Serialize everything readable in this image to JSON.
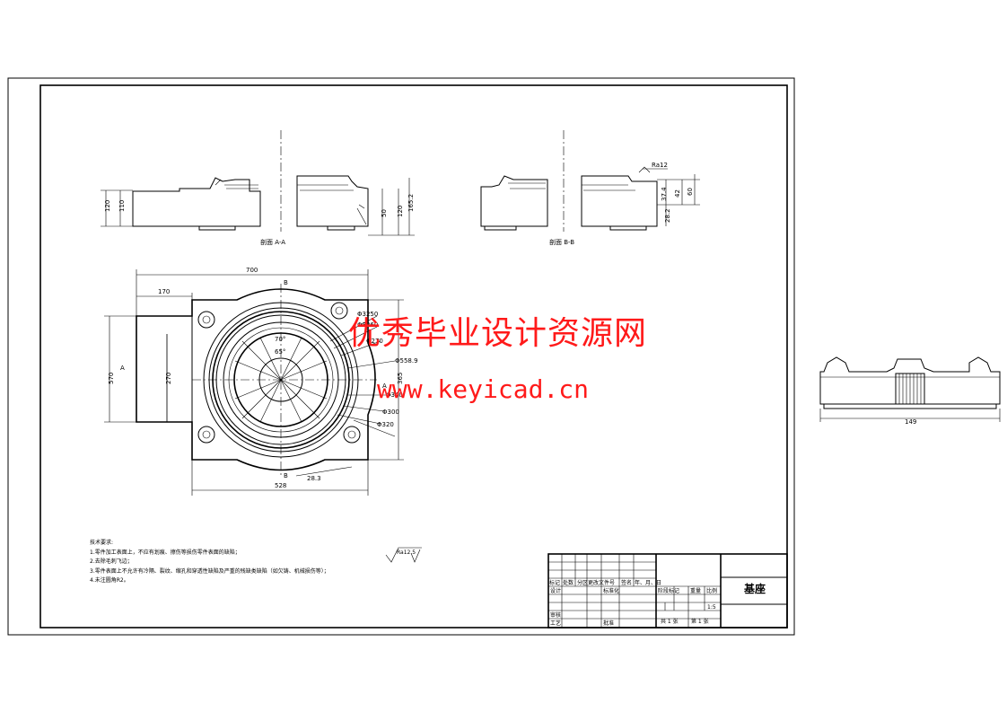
{
  "watermark": {
    "cn_text": "优秀毕业设计资源网",
    "url_text": "www.keyicad.cn",
    "color": "#ff1a1a"
  },
  "sections": {
    "aa_label": "剖面 A-A",
    "bb_label": "剖面 B-B"
  },
  "dimensions": {
    "aa_120": "120",
    "aa_110": "110",
    "aa_50": "50",
    "aa_120b": "120",
    "aa_1652": "165.2",
    "bb_374": "37.4",
    "bb_42": "42",
    "bb_60": "60",
    "bb_282": "28.2",
    "bb_ra": "Ra12",
    "plan_700": "700",
    "plan_170": "170",
    "plan_570": "570",
    "plan_270": "270",
    "plan_365": "365",
    "plan_528": "528",
    "plan_283": "28.3",
    "plan_70": "70°",
    "plan_65": "65°",
    "plan_phi1": "Φ3250",
    "plan_phi2": "Φ3260",
    "plan_phi3": "Φ270",
    "plan_phi4": "Φ558.9",
    "plan_phi5": "Φ340",
    "plan_phi6": "Φ300",
    "plan_phi7": "Φ320",
    "side_149": "149",
    "cut_a": "A",
    "cut_b": "B"
  },
  "notes": {
    "heading": "技术要求:",
    "items": [
      "1.零件加工表面上，不应有划痕、擦伤等损伤零件表面的缺陷；",
      "2.去除毛刺飞边；",
      "3.零件表面上不允许有冷隔、裂纹、缩孔和穿透性缺陷及严重的残缺类缺陷（如欠铸、机械损伤等）；",
      "4.未注圆角R2。"
    ],
    "roughness": "Ra12.5"
  },
  "title_block": {
    "part_name": "基座",
    "row_labels": [
      "标记",
      "处数",
      "分区",
      "更改文件号",
      "签名",
      "年、月、日"
    ],
    "design": "设计",
    "standard": "标准化",
    "review": "审核",
    "process": "工艺",
    "approve": "批准",
    "stage": "阶段标记",
    "weight": "重量",
    "scale": "比例",
    "scale_value": "1:5",
    "sheets": "共 1 张",
    "sheet_no": "第 1 张"
  }
}
